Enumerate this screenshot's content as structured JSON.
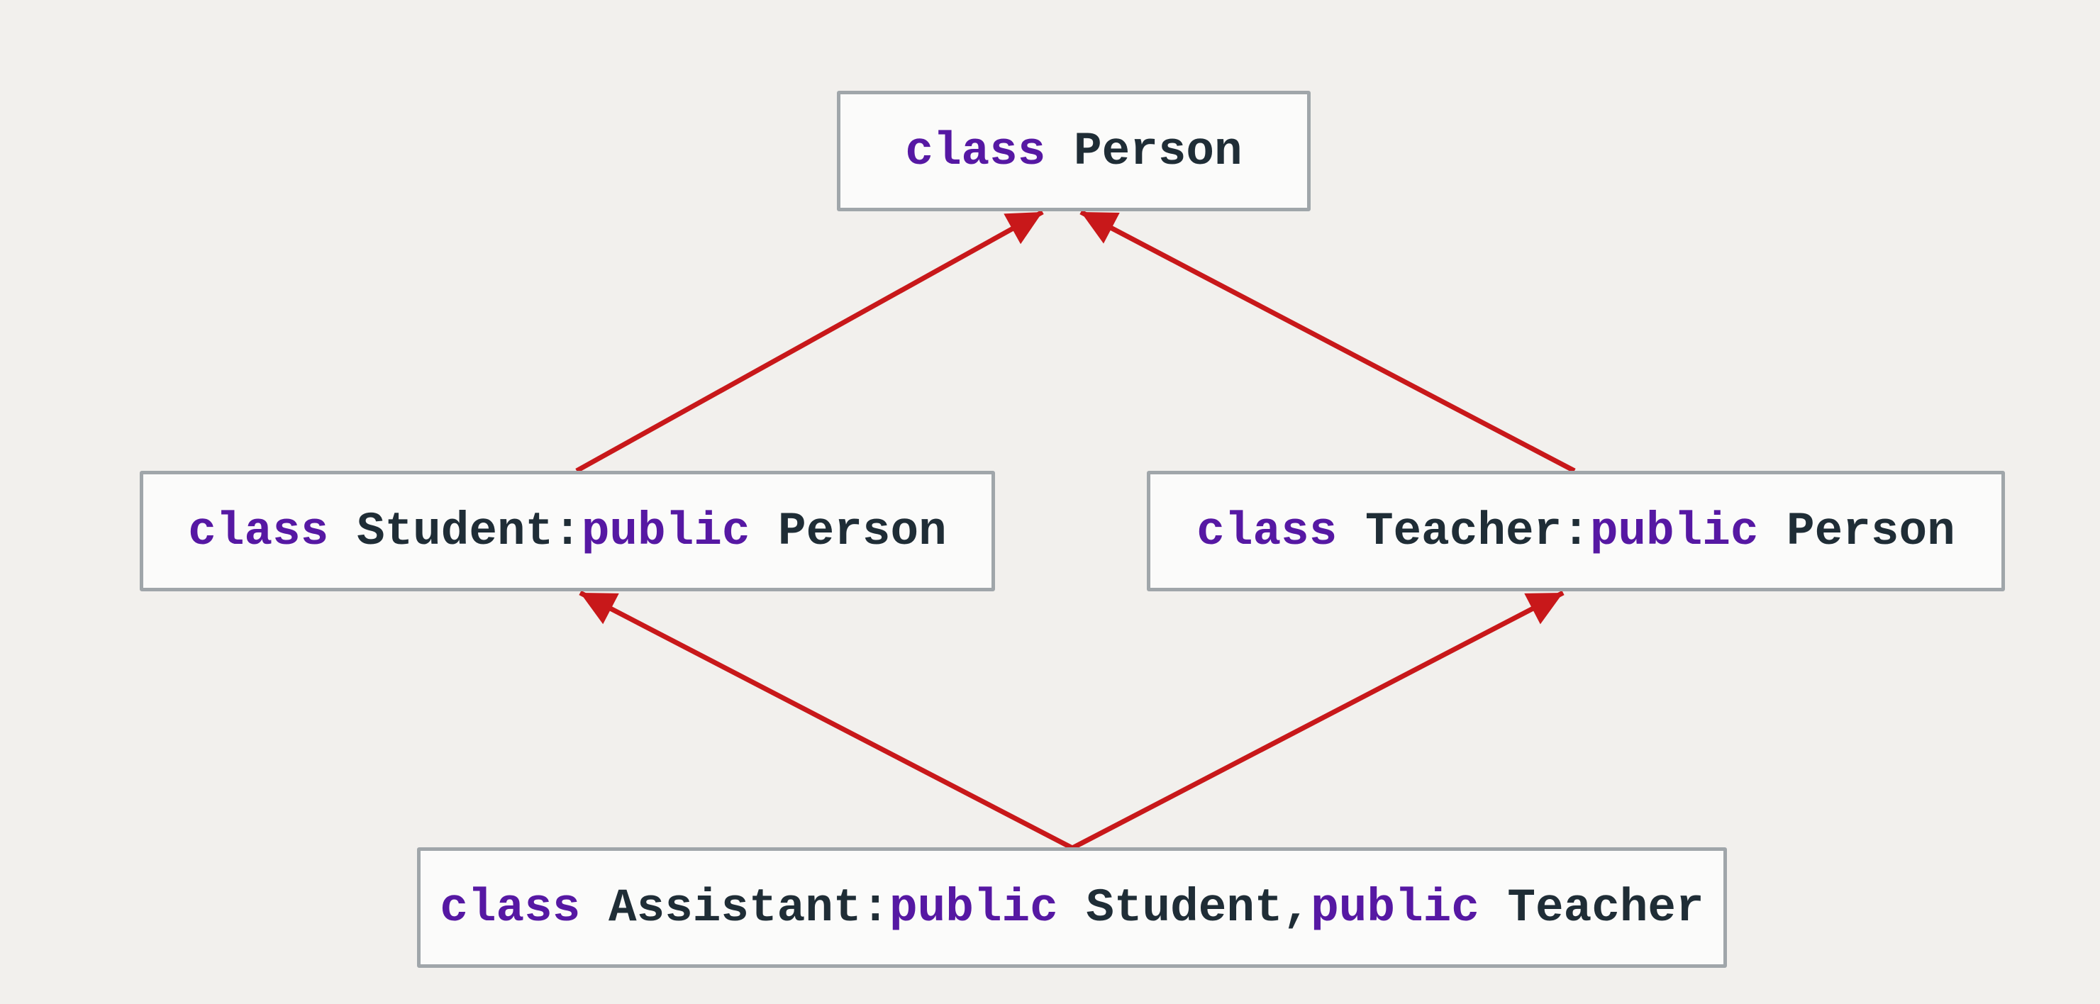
{
  "diagram": {
    "kind": "class-inheritance-diagram",
    "language": "C++",
    "colors": {
      "background": "#f2f0ed",
      "box_fill": "#fbfbfa",
      "box_border": "#a0a6aa",
      "keyword": "#5618a3",
      "code": "#1f2d36",
      "arrow": "#c8181a"
    },
    "nodes": {
      "person": {
        "label": "class Person",
        "kw1": "class",
        "tail": " Person"
      },
      "student": {
        "label": "class Student:public Person",
        "kw1": "class",
        "mid": " Student:",
        "kw2": "public",
        "tail": " Person"
      },
      "teacher": {
        "label": "class Teacher:public Person",
        "kw1": "class",
        "mid": " Teacher:",
        "kw2": "public",
        "tail": " Person"
      },
      "assistant": {
        "label": "class Assistant:public Student,public Teacher",
        "kw1": "class",
        "mid": " Assistant:",
        "kw2": "public",
        "mid2": " Student,",
        "kw3": "public",
        "tail": " Teacher"
      }
    },
    "edges": [
      {
        "from": "Student",
        "to": "Person",
        "relation": "public inheritance"
      },
      {
        "from": "Teacher",
        "to": "Person",
        "relation": "public inheritance"
      },
      {
        "from": "Assistant",
        "to": "Student",
        "relation": "public inheritance"
      },
      {
        "from": "Assistant",
        "to": "Teacher",
        "relation": "public inheritance"
      }
    ]
  }
}
